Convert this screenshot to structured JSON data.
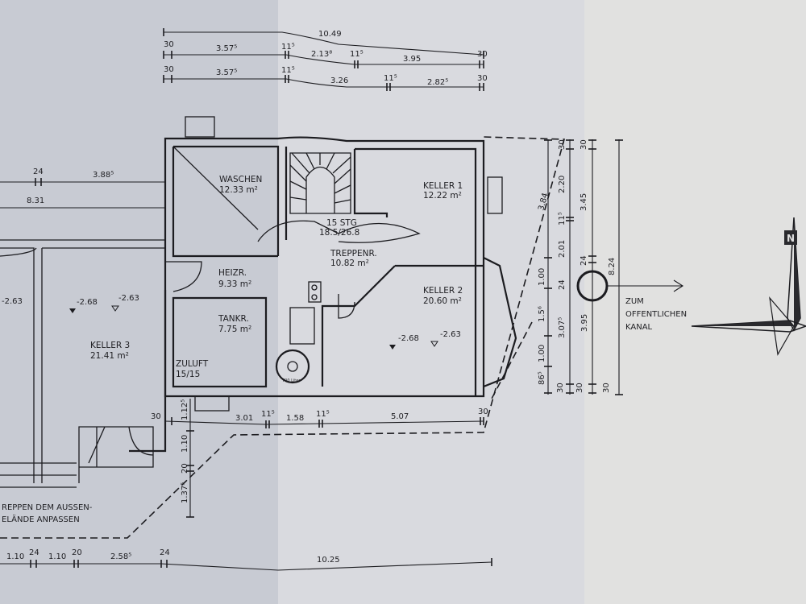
{
  "drawing": {
    "top_dimensions": {
      "row1": [
        "10.49"
      ],
      "row2": [
        "30",
        "3.57⁵",
        "11⁵",
        "2.13⁸",
        "11⁵",
        "3.95",
        "30"
      ],
      "row3": [
        "30",
        "3.57⁵",
        "11⁵",
        "3.26",
        "11⁵",
        "2.82⁵",
        "30"
      ]
    },
    "left_dimensions": {
      "row1": [
        "24",
        "3.88⁵"
      ],
      "row2": [
        "8.31"
      ]
    },
    "rooms": [
      {
        "name": "WASCHEN",
        "area": "12.33 m²"
      },
      {
        "name": "KELLER 1",
        "area": "12.22 m²"
      },
      {
        "name": "15 STG",
        "area": "18.5/26.8"
      },
      {
        "name": "TREPPENR.",
        "area": "10.82 m²"
      },
      {
        "name": "HEIZR.",
        "area": "9.33 m²"
      },
      {
        "name": "KELLER 2",
        "area": "20.60 m²"
      },
      {
        "name": "TANKR.",
        "area": "7.75 m²"
      },
      {
        "name": "KELLER 3",
        "area": "21.41 m²"
      },
      {
        "name": "ZULUFT",
        "area": "15/15"
      }
    ],
    "levels": {
      "left": "-2.63",
      "k3_a": "-2.68",
      "k3_b": "-2.63",
      "k2_a": "-2.68",
      "k2_b": "-2.63"
    },
    "tank_label": "700 Liter",
    "right_dimensions": {
      "col1": [
        "3.84",
        "1.00",
        "1.5⁶",
        "1.00",
        "86⁵",
        "30"
      ],
      "col2": [
        "30",
        "2.20",
        "11⁵",
        "2.01",
        "24",
        "3.07⁵",
        "30"
      ],
      "col3": [
        "30",
        "3.45",
        "24",
        "3.95",
        "30"
      ],
      "col4": [
        "8.24"
      ]
    },
    "drain_label": [
      "ZUM",
      "OFFENTLICHEN",
      "KANAL"
    ],
    "bottom_dimensions": {
      "row1": [
        "30",
        "3.01",
        "11⁵",
        "1.58",
        "11⁵",
        "5.07",
        "30"
      ],
      "vertical": [
        "1.12⁵",
        "1.10",
        "20",
        "1.37⁵"
      ],
      "row2": [
        "1.10",
        "24",
        "1.10",
        "20",
        "2.58⁵",
        "24",
        "10.25"
      ]
    },
    "note": [
      "REPPEN DEM AUSSEN-",
      "ELÄNDE ANPASSEN"
    ],
    "compass_letter": "N"
  }
}
